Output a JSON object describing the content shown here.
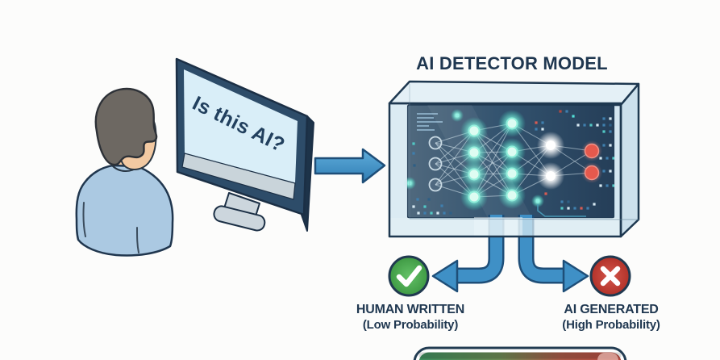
{
  "title": "AI DETECTOR MODEL",
  "monitor": {
    "screen_text": "Is this AI?"
  },
  "outcomes": {
    "human": {
      "label": "HUMAN WRITTEN",
      "sublabel": "(Low Probability)",
      "icon": "checkmark-icon",
      "color": "#4aa84e"
    },
    "ai": {
      "label": "AI GENERATED",
      "sublabel": "(High Probability)",
      "icon": "x-icon",
      "color": "#c8423a"
    }
  },
  "meter": {
    "description": "probability gradient bar",
    "left_color": "#3f8f5f",
    "right_color": "#b84a40"
  },
  "icons": {
    "human_result": "checkmark-icon",
    "ai_result": "x-icon",
    "input_flow": "arrow-right-icon",
    "human_flow": "arrow-left-icon",
    "ai_flow": "arrow-right-icon"
  },
  "colors": {
    "bg": "#fcfcfb",
    "dark_navy": "#1f3750",
    "accent_blue": "#3f90c6",
    "accent_blue_dark": "#1e4e78",
    "success_green": "#4aa84e",
    "error_red": "#c8423a",
    "screen_dark": "#2e4d68",
    "glass_blue": "#d6e8f2",
    "node_cyan": "#6fe3cf",
    "node_red": "#e4584e",
    "monitor_screen": "#d9eef8",
    "shirt_blue": "#abc9e2",
    "skin": "#f2c9a2",
    "hair_gray": "#6d6862"
  }
}
